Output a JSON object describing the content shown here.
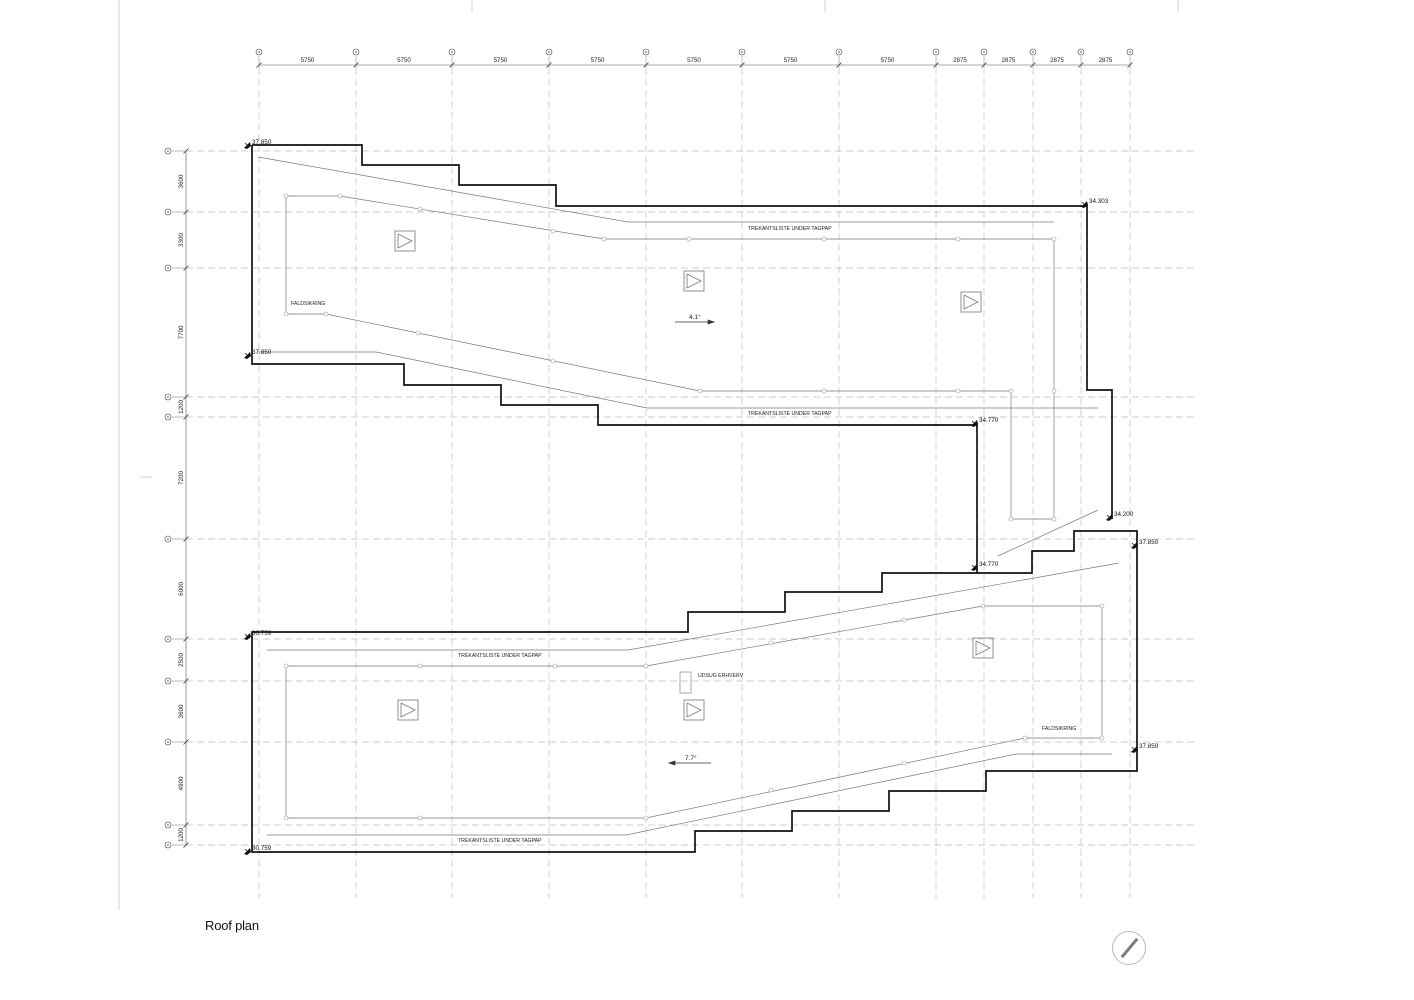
{
  "drawing": {
    "title": "Roof plan",
    "col_dims": [
      "5750",
      "5750",
      "5750",
      "5750",
      "5750",
      "5750",
      "5750",
      "2875",
      "2875",
      "2875",
      "2875"
    ],
    "row_dims": [
      "3600",
      "3300",
      "7700",
      "1200",
      "7200",
      "6000",
      "2500",
      "3600",
      "4900",
      "1200"
    ],
    "levels": [
      "37.850",
      "37.850",
      "34.303",
      "34.770",
      "34.200",
      "34.770",
      "37.850",
      "30.759",
      "37.850",
      "30.759"
    ],
    "notes": {
      "trekant_1": "TREKANTSLISTE UNDER TAGPAP",
      "trekant_2": "TREKANTSLISTE UNDER TAGPAP",
      "trekant_3": "TREKANTSLISTE UNDER TAGPAP",
      "trekant_4": "TREKANTSLISTE UNDER TAGPAP",
      "faldsikring_1": "FALDSIKRING",
      "faldsikring_2": "FALDSIKRING",
      "udsug": "UDSUG ERHVERV"
    },
    "slopes": [
      "4.1°",
      "7.7°"
    ],
    "icons": [
      "north-arrow-icon",
      "roof-hatch-icon",
      "level-marker-icon",
      "grid-bubble-icon"
    ]
  }
}
